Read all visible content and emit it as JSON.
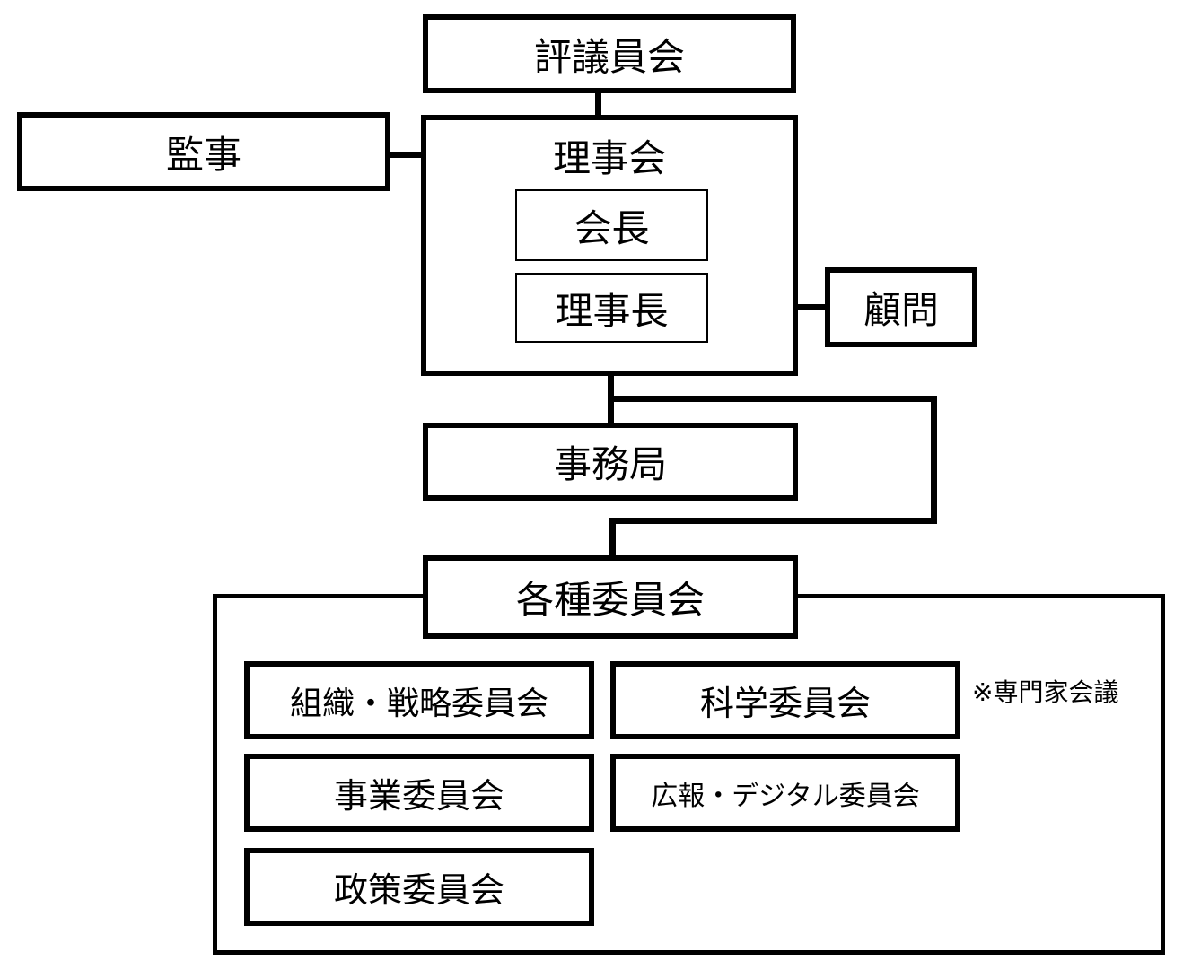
{
  "org": {
    "council": "評議員会",
    "auditor": "監事",
    "board": {
      "label": "理事会",
      "president": "会長",
      "chairman": "理事長"
    },
    "advisor": "顧問",
    "secretariat": "事務局",
    "committees": {
      "header": "各種委員会",
      "items": [
        "組織・戦略委員会",
        "科学委員会",
        "事業委員会",
        "広報・デジタル委員会",
        "政策委員会"
      ],
      "note": "※専門家会議"
    }
  }
}
